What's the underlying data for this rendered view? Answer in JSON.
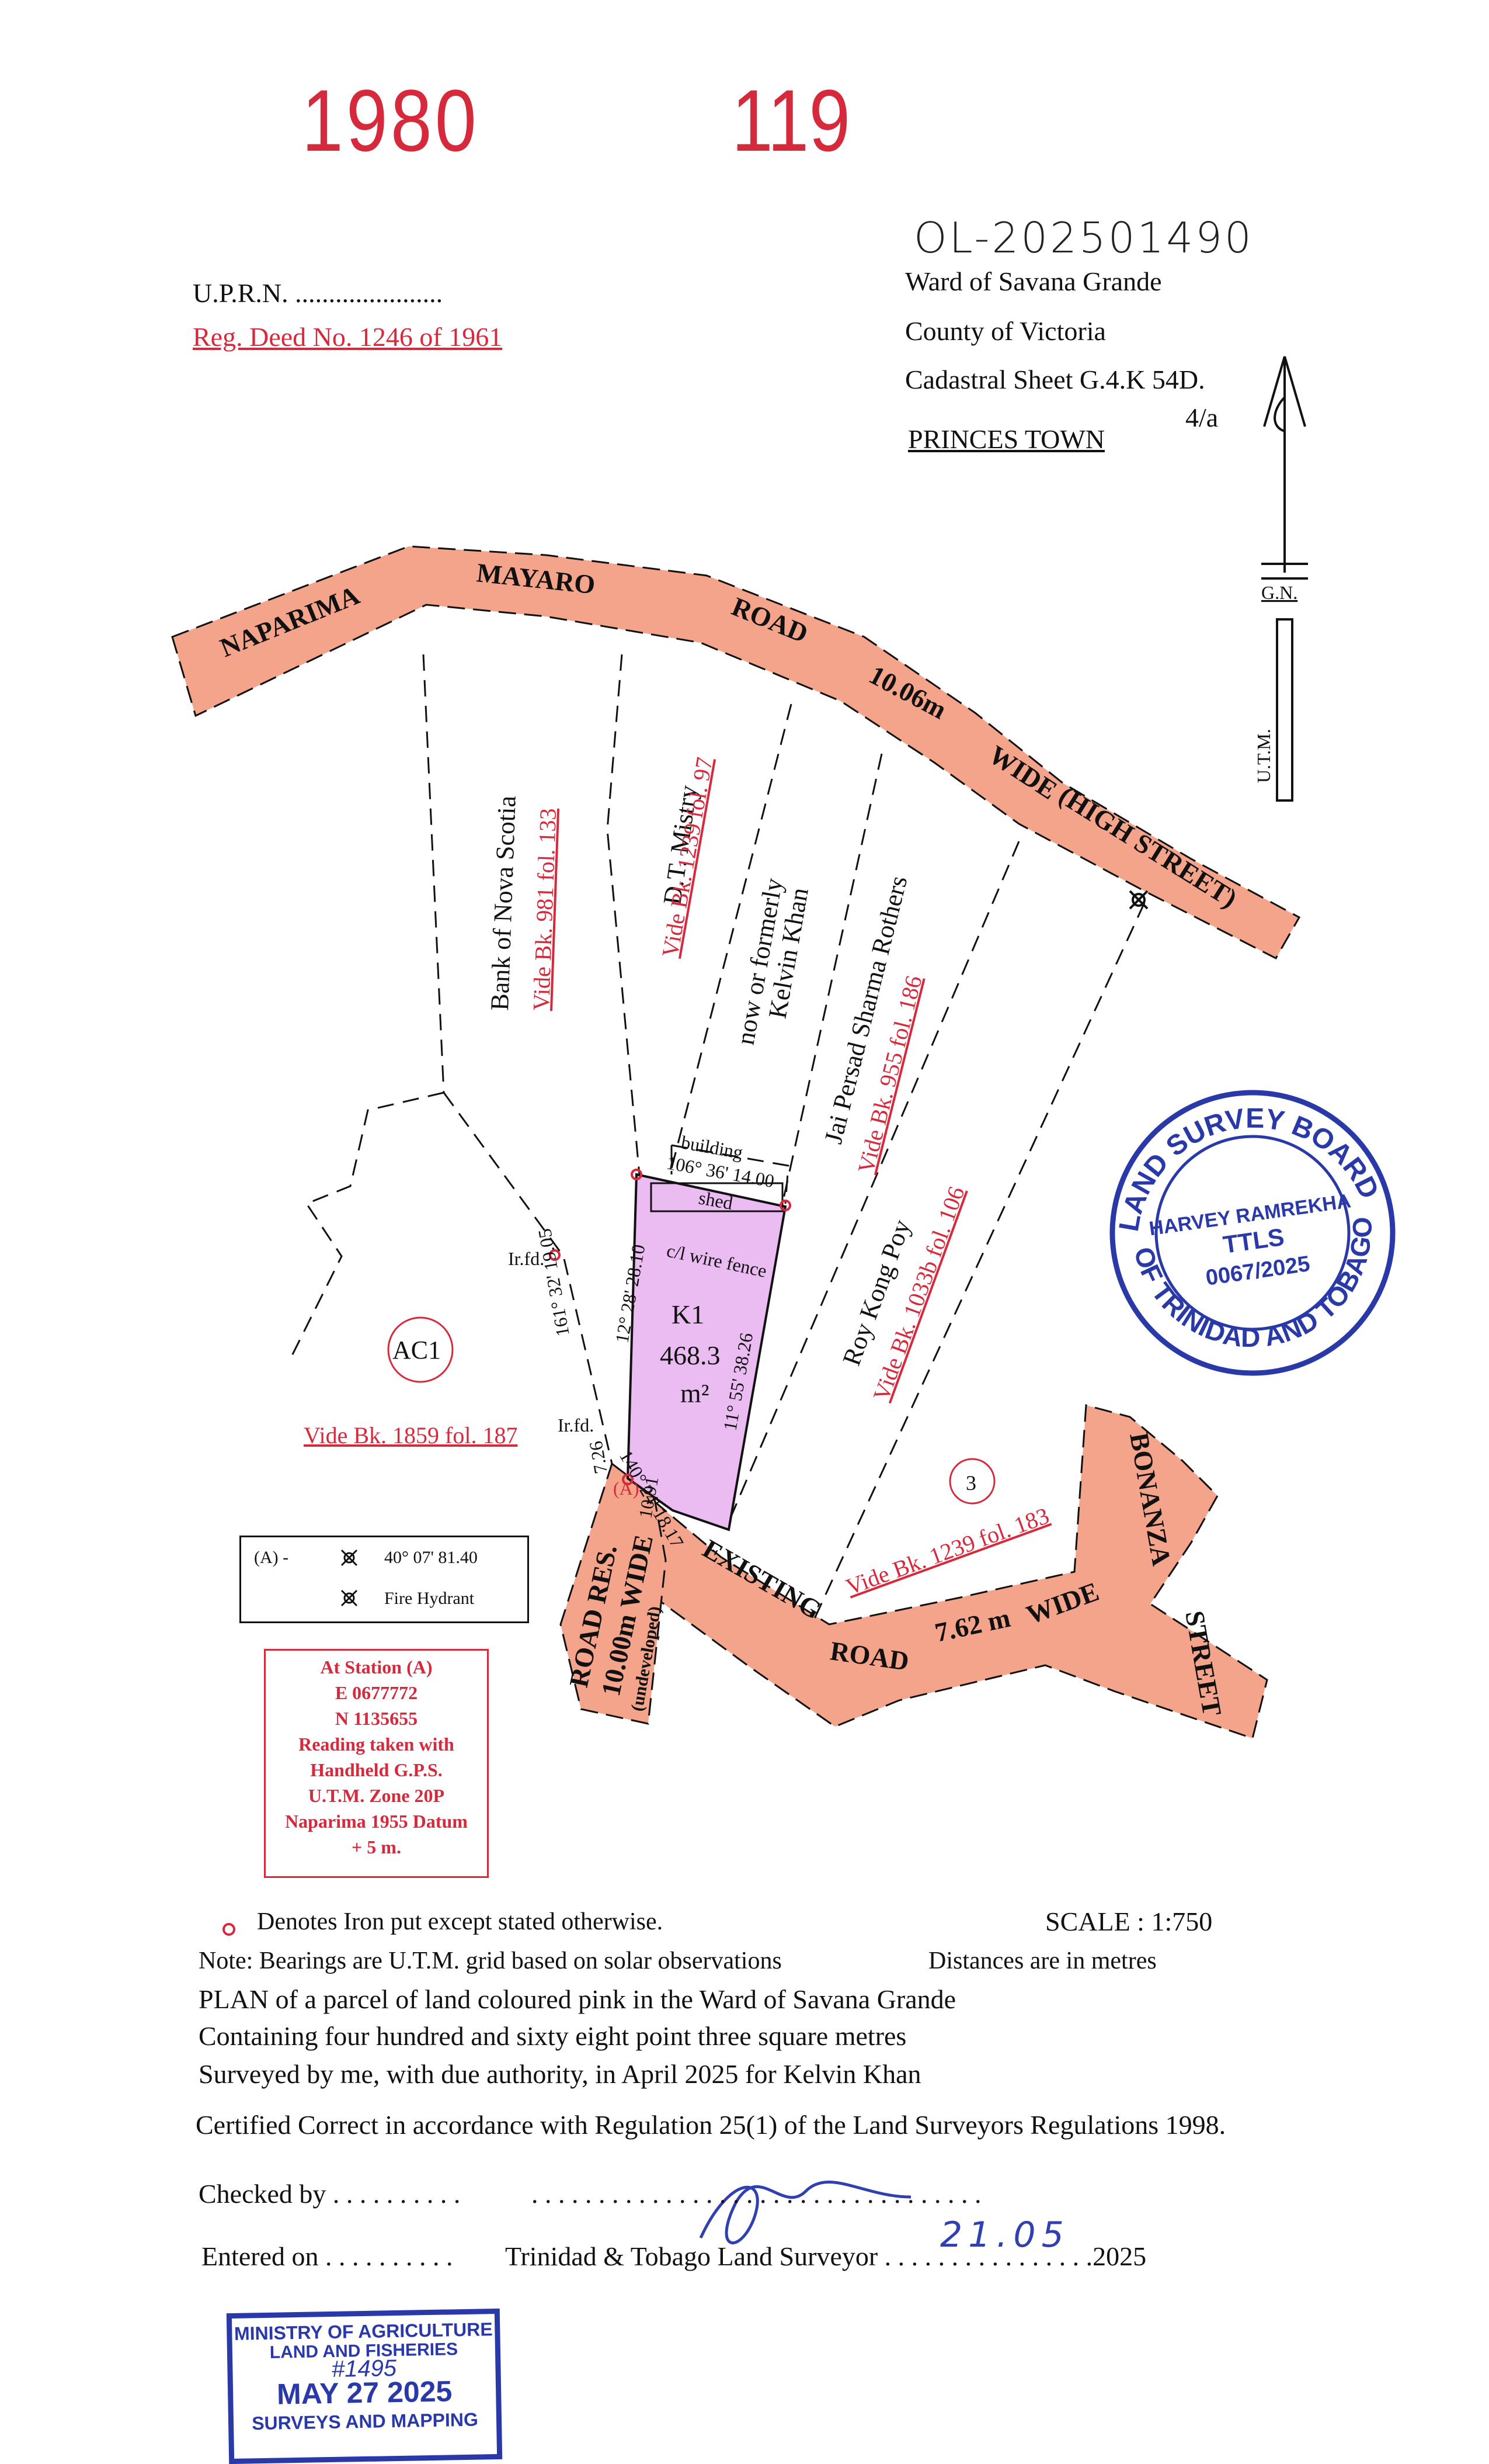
{
  "header": {
    "stamp_number_left": "1980",
    "stamp_number_right": "119",
    "reference_handwritten": "OL-202501490",
    "uprn_label": "U.P.R.N. ......................",
    "reg_deed": "Reg. Deed No. 1246 of 1961",
    "ward": "Ward of Savana Grande",
    "county": "County of Victoria",
    "cadastral_sheet": "Cadastral Sheet  G.4.K  54D.",
    "cadastral_sub": "4/a",
    "town": "PRINCES TOWN"
  },
  "north_arrow": {
    "gn_label": "G.N.",
    "utm_label": "U.T.M."
  },
  "roads": {
    "main_naparima": "NAPARIMA",
    "main_mayaro": "MAYARO",
    "main_road": "ROAD",
    "main_width": "10.06m",
    "main_wide": "WIDE",
    "main_high_street": "(HIGH STREET)",
    "existing": "EXISTING",
    "existing_road": "ROAD",
    "existing_width": "7.62 m",
    "existing_wide": "WIDE",
    "bonanza": "BONANZA",
    "street": "STREET",
    "road_res": "ROAD RES.",
    "road_res_width": "10.00m WIDE",
    "undeveloped": "(undeveloped)"
  },
  "parcels": {
    "bank_name": "Bank of Nova Scotia",
    "bank_ref": "Vide Bk. 981 fol. 133",
    "mistry_name": "D.T. Mistry",
    "mistry_ref": "Vide Bk. 1239 fol. 97",
    "khan_line1": "now or formerly",
    "khan_line2": "Kelvin Khan",
    "jai_name": "Jai Persad Sharma Rothers",
    "jai_ref": "Vide Bk. 955 fol. 186",
    "roy_name": "Roy Kong Poy",
    "roy_ref": "Vide Bk. 1033b fol. 106",
    "ac1_label": "AC1",
    "ac1_ref": "Vide Bk. 1859 fol. 187",
    "lot3_label": "3",
    "lot3_ref": "Vide Bk. 1239 fol. 183",
    "k1_label": "K1",
    "k1_area": "468.3",
    "k1_unit": "m²"
  },
  "measurements": {
    "north_boundary": "106° 36' 14.00",
    "building": "building",
    "shed": "shed",
    "fence": "c/l  wire  fence",
    "west_upper": "161° 32' 19.05",
    "west_inner": "12° 28' 28.10",
    "east_side": "11° 55' 38.26",
    "sw_short": "7.26",
    "south_bearing": "140° 24' 18.17",
    "south_short": "10.91",
    "iron_fd_1": "Ir.fd.",
    "iron_fd_2": "Ir.fd.",
    "station_marker": "(A)"
  },
  "legend": {
    "row1_key": "(A)  -",
    "row1_value": "40° 07' 81.40",
    "row2_value": "Fire Hydrant"
  },
  "station": {
    "title": "At Station (A)",
    "easting": "E 0677772",
    "northing": "N 1135655",
    "line1": "Reading taken with",
    "line2": "Handheld G.P.S.",
    "line3": "U.T.M. Zone 20P",
    "line4": "Naparima 1955 Datum",
    "line5": "+ 5 m."
  },
  "seal": {
    "ring_text_top": "LAND SURVEY BOARD",
    "ring_text_bottom": "OF TRINIDAD AND TOBAGO",
    "name": "HARVEY RAMREKHA",
    "title": "TTLS",
    "number": "0067/2025"
  },
  "notes": {
    "iron_note": "Denotes Iron put except stated otherwise.",
    "scale": "SCALE : 1:750",
    "bearings_note": "Note: Bearings are U.T.M. grid based on solar observations",
    "distances_note": "Distances are in metres",
    "plan_line1": "PLAN of a parcel of land coloured pink in the Ward of Savana Grande",
    "plan_line2": "Containing four hundred and sixty eight point three square metres",
    "plan_line3": "Surveyed by me, with due authority, in April 2025 for Kelvin Khan",
    "certified": "Certified Correct in accordance with Regulation 25(1) of the Land Surveyors Regulations 1998.",
    "checked_by": "Checked by . . . . . . . . . .",
    "checked_dots": ". . . . . . . . . . . . . . . . . . . . . . . . . . . . . . . . . .",
    "entered_on": "Entered on . . . . . . . . . .",
    "surveyor": "Trinidad & Tobago  Land Surveyor . . . . . . . . . . . . . . . .2025",
    "handwritten_date": "21.05"
  },
  "ministry_stamp": {
    "line1": "MINISTRY OF AGRICULTURE",
    "line2": "LAND AND FISHERIES",
    "handwritten": "#1495",
    "date": "MAY 27 2025",
    "line4": "SURVEYS AND MAPPING"
  },
  "colors": {
    "road": "#f4a48a",
    "parcel_pink": "#ebbcf2",
    "red_ink": "#d62a3c",
    "blue_stamp": "#2a39a8"
  }
}
